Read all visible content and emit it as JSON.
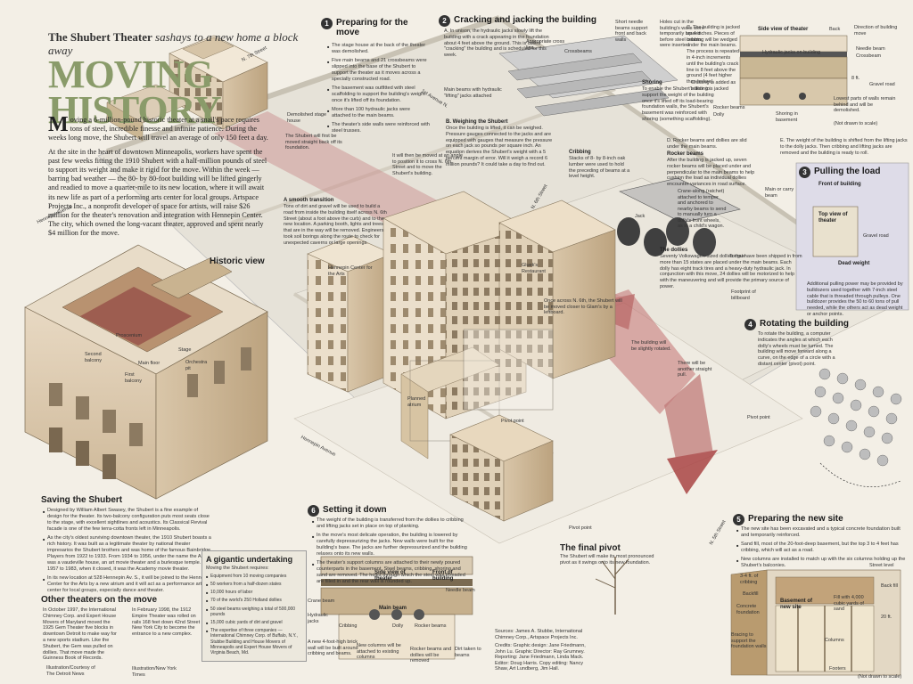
{
  "header": {
    "subtitle_bold": "The Shubert Theater",
    "subtitle_rest": " sashays to a new home a block away",
    "title_line1": "MOVING",
    "title_line2": "HISTORY",
    "intro_p1": "Moving a 6-million-pound historic theater at a snail's pace requires tons of steel, incredible finesse and infinite patience. During the weeks long move, the Shubert will travel an average of only 150 feet a day.",
    "intro_p2": "At the site in the heart of downtown Minneapolis, workers have spent the past few weeks fitting the 1910 Shubert with a half-million pounds of steel to support its weight and make it rigid for the move. Within the week — barring bad weather — the 80- by 80-foot building will be lifted gingerly and readied to move a quarter-mile to its new location, where it will await its new life as part of a performing arts center for local groups. Artspace Projects Inc., a nonprofit developer of space for artists, will raise $26 million for the theater's renovation and integration with Hennepin Center. The city, which owned the long-vacant theater, approved and spent nearly $4 million for the move."
  },
  "streets": {
    "seventh": "N. 7th Street",
    "first_ave": "1st Avenue N.",
    "hennepin": "Hennepin Avenue",
    "sixth": "N. 6th Street",
    "hennepin2": "Hennepin Avenue",
    "fifth": "N. 5th Street"
  },
  "step1": {
    "num": "1",
    "title": "Preparing for the move",
    "bullets": [
      "The stage house at the back of the theater was demolished.",
      "Five main beams and 21 crossbeams were slipped into the base of the Shubert to support the theater as it moves across a specially constructed road.",
      "The basement was outfitted with steel scaffolding to support the building's weight once it's lifted off its foundation.",
      "More than 100 hydraulic jacks were attached to the main beams.",
      "The theater's side walls were reinforced with steel trusses."
    ],
    "label_demolished": "Demolished stage house",
    "label_moved": "The Shubert will first be moved straight back off its foundation.",
    "label_move_left": "It will then be moved at an angle to position it to cross N. 6th Street and to move the Shubert's building."
  },
  "smooth": {
    "title": "A smooth transition",
    "text": "Tons of dirt and gravel will be used to build a road from inside the building itself across N. 6th Street (about a foot above the curb) and to the new location. A parking booth, lights and trees that are in the way will be removed. Engineers took soil borings along the route to check for unexpected caverns or large openings."
  },
  "step2": {
    "num": "2",
    "title": "Cracking and jacking the building",
    "partA": "A. In unison, the hydraulic jacks slowly lift the building with a crack appearing in the foundation about 4 feet above the ground. This is called \"cracking\" the building and is scheduled for this week.",
    "label_appropriate": "Appropriate cross line",
    "label_crossbeams": "Crossbeams",
    "label_needle": "Short needle beams support front and back walls",
    "label_holes": "Holes cut in the building's walls were temporarily braced before steel beams were inserted.",
    "label_mainbeams": "Main beams with hydraulic \"lifting\" jacks attached",
    "label_shoring": "Shoring",
    "shoring_text": "To enable the Shubert's floor to support the weight of the building once it's lifted off its load-bearing foundation walls, the Shubert's basement was reinforced with shoring (something scaffolding).",
    "partB_title": "B. Weighing the Shubert",
    "partB_text": "Once the building is lifted, it can be weighed. Pressure gauges connected to the jacks and are equipped with gauges that measure the pressure on each jack so pounds per square inch. An equation derives the Shubert's weight with a 5 percent margin of error. Will it weigh a record 6 million pounds? It could take a day to find out.",
    "label_cribbing": "Cribbing",
    "cribbing_text": "Stacks of 8- by 8-inch oak lumber were used to hold the preceding of beams at a level height."
  },
  "stepC": {
    "c_text": "C. The building is jacked up 4 inches. Pieces of cribbing will be wedged under the main beams. The process is repeated in 4-inch increments until the building's crack line is 8 feet above the ground (4 feet higher than before).",
    "label_side_view": "Side view of theater",
    "label_back": "Back",
    "label_direction": "Direction of building move",
    "label_crossbeam": "Crossbeam",
    "label_needle_beam": "Needle beam",
    "label_hydraulic": "Hydraulic jacks on building",
    "label_cribbing": "Cribbing is added as building is jacked",
    "label_8ft": "8 ft.",
    "label_rocker": "Rocker beams",
    "label_dolly": "Dolly",
    "label_shoring_basement": "Shoring in basement",
    "label_grade": "Gravel road",
    "label_lowest": "Lowest parts of walls remain behind and will be demolished.",
    "label_not_scale": "(Not drawn to scale)",
    "d_text": "D. Rocker beams and dollies are slid under the main beams.",
    "rocker_title": "Rocker beams",
    "rocker_text": "After the building is jacked up, seven rocker beams will be placed under and perpendicular to the main beams to help cushion the load as individual dollies encounter variances in road surface.",
    "label_crane": "Crane-along (ratchet) attached to temper and anchored to nearby beams to send to manually turn a dolly's front wheels, as in a child's wagon.",
    "dollies_title": "The dollies",
    "dollies_text": "Seventy Volkswagen-sized dollies that have been shipped in from more than 15 states are placed under the main beams. Each dolly has eight track tires and a heavy-duty hydraulic jack. In conjunction with this move, 24 dollies will be motorized to help with the maneuvering and will provide the primary source of power.",
    "label_main_carry": "Main or carry beam",
    "label_jack": "Jack",
    "label_tongue": "Tongue",
    "e_text": "E. The weight of the building is shifted from the lifting jacks to the dolly jacks. Then cribbing and lifting jacks are removed and the building is ready to roll."
  },
  "step3": {
    "num": "3",
    "title": "Pulling the load",
    "label_front": "Front of building",
    "label_top_view": "Top view of theater",
    "label_gravel": "Gravel road",
    "label_dead": "Dead weight",
    "text": "Additional pulling power may be provided by bulldozers used together with 7-inch steel cable that is threaded through pulleys. One bulldozer provides the 50 to 60 tons of pull needed, while the others act as dead weight or anchor points."
  },
  "step4": {
    "num": "4",
    "title": "Rotating the building",
    "text": "To rotate the building, a computer indicates the angles at which each dolly's wheels must be turned. The building will move forward along a curve, on the edge of a circle with a distant center (pivot) point.",
    "label_pivot": "Pivot point"
  },
  "step5": {
    "num": "5",
    "title": "Preparing the new site",
    "bullets": [
      "The new site has been excavated and a typical concrete foundation built and temporarily reinforced.",
      "Sand fill, most of the 20-foot-deep basement, but the top 3 to 4 feet has cribbing, which will act as a road.",
      "New columns are installed to match up with the six columns holding up the Shubert's balconies."
    ],
    "label_street": "Street level",
    "label_cribbing": "3-4 ft. of cribbing",
    "label_backfill": "Backfill",
    "label_concrete": "Concrete foundation",
    "label_basement": "Basement of new site",
    "label_fill": "Fill with 4,000 cubic yards of sand",
    "label_20ft": "20 ft.",
    "label_bracing": "Bracing to support the foundation walls",
    "label_columns": "Columns",
    "label_back_fill": "Back fill",
    "label_footers": "Footers",
    "label_not_scale": "(Not drawn to scale)"
  },
  "step6": {
    "num": "6",
    "title": "Setting it down",
    "bullets": [
      "The weight of the building is transferred from the dollies to cribbing and lifting jacks set in place on top of planking.",
      "In the move's most delicate operation, the building is lowered by carefully depressurizing the jacks. New walls were built for the building's base. The jacks are further depressurized and the building relaxes onto its new walls.",
      "The theater's support columns are attached to their newly poured counterparts in the basement. Steel beams, cribbing, shoring and sand are removed. The holes through which the steel was threaded are filled in and the rear wall is rounded up."
    ],
    "label_side": "Side view of theater",
    "label_front": "Front of building",
    "label_crane": "Crane beam",
    "label_main": "Main beam",
    "label_needle": "Needle beam",
    "label_hydraulic": "Hydraulic jacks",
    "label_cribbing": "Cribbing",
    "label_dolly": "Dolly",
    "label_rocker": "Rocker beams",
    "label_new_load": "A new 4-foot-high brick wall will be built around cribbing and beams.",
    "label_new_cols": "New columns will be attached to existing columns",
    "label_removed": "Rocker beams and dollies will be removed",
    "label_dirt": "Dirt taken to beams"
  },
  "historic": {
    "title": "Historic view",
    "labels": [
      "Proscenium",
      "Second balcony",
      "Main floor",
      "First balcony",
      "Stage",
      "Orchestra pit"
    ]
  },
  "saving": {
    "title": "Saving the Shubert",
    "bullets": [
      "Designed by William Albert Swasey, the Shubert is a fine example of design for the theater. Its two-balcony configuration puts most seats close to the stage, with excellent sightlines and acoustics. Its Classical Revival facade is one of the few terra-cotta fronts left in Minneapolis.",
      "As the city's oldest surviving downtown theater, the 1910 Shubert boasts a rich history. It was built as a legitimate theater by national theater impresarios the Shubert brothers and was home of the famous Bainbridge Players from 1922 to 1933. From 1934 to 1956, under the name the Alvin, it was a vaudeville house, an art movie theater and a burlesque temple. From 1957 to 1983, when it closed, it was the Academy movie theater.",
      "In its new location at 528 Hennepin Av. S., it will be joined to the Hennepin Center for the Arts by a new atrium and it will act as a performance arts center for local groups, especially dance and theater."
    ]
  },
  "others": {
    "title": "Other theaters on the move",
    "text1": "In October 1997, the International Chimney Corp. and Expert House Movers of Maryland moved the 1925 Gem Theater five blocks in downtown Detroit to make way for a new sports stadium. Like the Shubert, the Gem was pulled on dollies. That move made the Guinness Book of Records.",
    "text2": "In February 1998, the 1912 Empire Theater was rolled on rails 168 feet down 42nd Street in New York City to become the entrance to a new complex.",
    "credit1": "Illustration/Courtesy of The Detroit News",
    "credit2": "Illustration/New York Times"
  },
  "gigantic": {
    "title": "A gigantic undertaking",
    "intro": "Moving the Shubert requires:",
    "bullets": [
      "Equipment from 10 moving companies",
      "50 workers from a half-dozen states",
      "10,000 hours of labor",
      "70 of the world's 250 Holland dollies",
      "50 steel beams weighing a total of 500,000 pounds",
      "15,000 cubic yards of dirt and gravel",
      "The expertise of three companies — International Chimney Corp. of Buffalo, N.Y., Stubbe Building and House Movers of Minneapolis and Expert House Movers of Virginia Beach, Md."
    ]
  },
  "final": {
    "title": "The final pivot",
    "text": "The Shubert will make its most pronounced pivot as it swings onto its new foundation.",
    "label_pivot": "Pivot point"
  },
  "map_labels": {
    "hennepin_center": "Hennepin Center for the Arts",
    "once_across": "Once across N. 6th, the Shubert will be moved closer to Glam's by a leftboard.",
    "gluek": "Gluek's Restaurant",
    "planned_atrium": "Planned atrium",
    "building_rotated": "The building will be slightly rotated.",
    "another_pivot": "There will be another straight pull.",
    "footprint": "Footprint of billboard",
    "pivot_point": "Pivot point"
  },
  "sources": {
    "text": "Sources: James A. Stubbe, International Chimney Corp., Artspace Projects Inc.",
    "credits": "Credits: Graphic design: Jane Friedmann, John Lu. Graphic Director: Ray Grumney. Reporting: Jane Friedmann, Linda Mack. Editor: Doug Harris. Copy editing: Nancy Shaw, Art Lundberg, Jim Hall."
  },
  "colors": {
    "title_green": "#8a9b6a",
    "arrow_red": "#a94444",
    "background": "#f3efe6",
    "building_tan": "#dccbb1"
  }
}
